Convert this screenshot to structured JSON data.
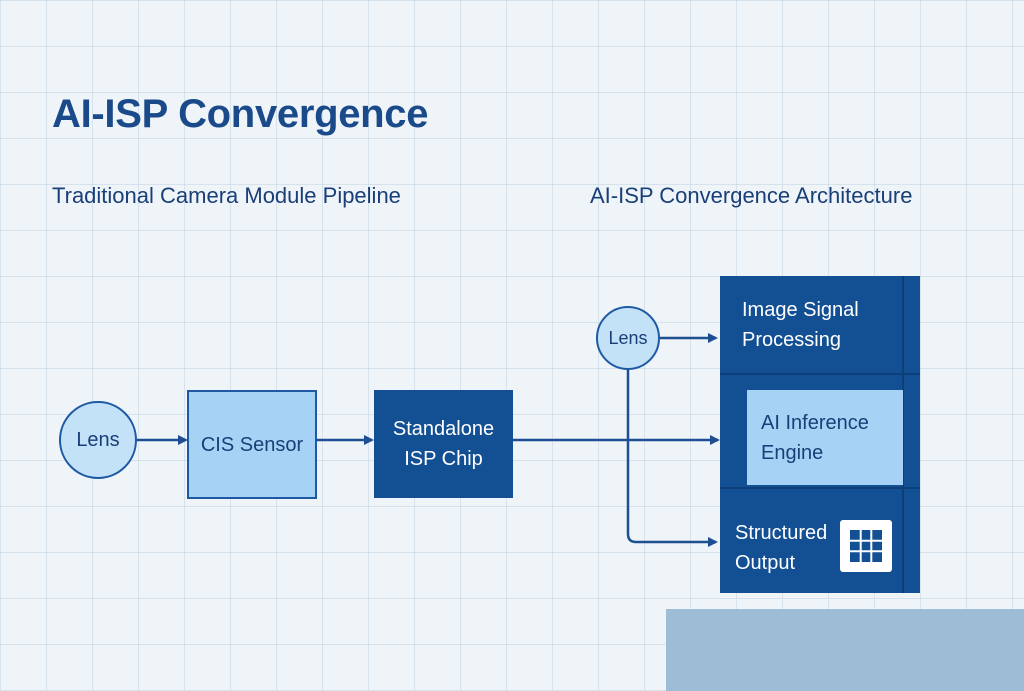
{
  "title": "AI-ISP Convergence",
  "left_section": {
    "heading": "Traditional Camera Module Pipeline",
    "nodes": {
      "lens": "Lens",
      "sensor": "CIS Sensor",
      "isp_line1": "Standalone",
      "isp_line2": "ISP Chip"
    }
  },
  "right_section": {
    "heading": "AI-ISP Convergence Architecture",
    "nodes": {
      "lens": "Lens",
      "image_signal_line1": "Image Signal",
      "image_signal_line2": "Processing",
      "ai_inference_line1": "AI Inference",
      "ai_inference_line2": "Engine",
      "structured_line1": "Structured",
      "structured_line2": "Output"
    },
    "output_icon": "grid-icon"
  },
  "colors": {
    "dark_blue": "#134f93",
    "light_blue": "#a6d3f5",
    "circle_fill": "#c4e2f7",
    "stroke": "#1e5aa3",
    "title": "#1a4a8a"
  }
}
